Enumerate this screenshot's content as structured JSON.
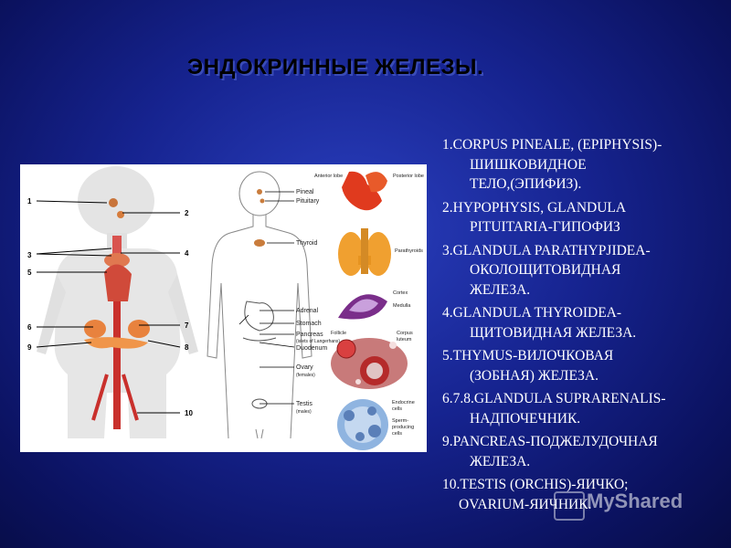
{
  "title": "ЭНДОКРИННЫЕ ЖЕЛЕЗЫ.",
  "items": [
    {
      "first": "1.CORPUS PINEALE, (EPIPHYSIS)-",
      "rest": [
        "ШИШКОВИДНОЕ",
        "ТЕЛО,(ЭПИФИЗ)."
      ]
    },
    {
      "first": "2.HYPOPHYSIS, GLANDULA",
      "rest": [
        "PITUITARIA-ГИПОФИЗ"
      ]
    },
    {
      "first": "3.GLANDULA PARATHYPJIDEA-",
      "rest": [
        "ОКОЛОЩИТОВИДНАЯ",
        "ЖЕЛЕЗА."
      ]
    },
    {
      "first": "4.GLANDULA THYROIDEA-",
      "rest": [
        "ЩИТОВИДНАЯ ЖЕЛЕЗА."
      ]
    },
    {
      "first": "5.THYMUS-ВИЛОЧКОВАЯ",
      "rest": [
        "(ЗОБНАЯ) ЖЕЛЕЗА."
      ]
    },
    {
      "first": "6.7.8.GLANDULA SUPRARENALIS-",
      "rest": [
        "НАДПОЧЕЧНИК."
      ]
    },
    {
      "first": "9.PANCREAS-ПОДЖЕЛУДОЧНАЯ",
      "rest": [
        "ЖЕЛЕЗА."
      ]
    },
    {
      "first": "10.TESTIS (ORCHIS)-ЯИЧКО;",
      "rest": [
        "OVARIUM-ЯИЧНИК."
      ]
    }
  ],
  "figure": {
    "numbers": [
      "1",
      "2",
      "3",
      "4",
      "5",
      "6",
      "7",
      "8",
      "9",
      "10"
    ],
    "labels": {
      "pineal": "Pineal",
      "pituitary": "Pituitary",
      "thyroid": "Thyroid",
      "adrenal": "Adrenal",
      "stomach": "Stomach",
      "pancreas": "Pancreas",
      "islets": "(islets of Langerhans)",
      "duodenum": "Duodenum",
      "ovary": "Ovary",
      "females": "(females)",
      "testis": "Testis",
      "males": "(males)",
      "anterior": "Anterior lobe",
      "posterior": "Posterior lobe",
      "parathyroids": "Parathyroids",
      "cortex": "Cortex",
      "medulla": "Medulla",
      "follicle": "Follicle",
      "corpus": "Corpus",
      "luteum": "luteum",
      "endocrine": "Endocrine",
      "cells": "cells",
      "sperm": "Sperm-",
      "producing": "producing",
      "cells2": "cells"
    }
  },
  "watermark": "MyShared"
}
